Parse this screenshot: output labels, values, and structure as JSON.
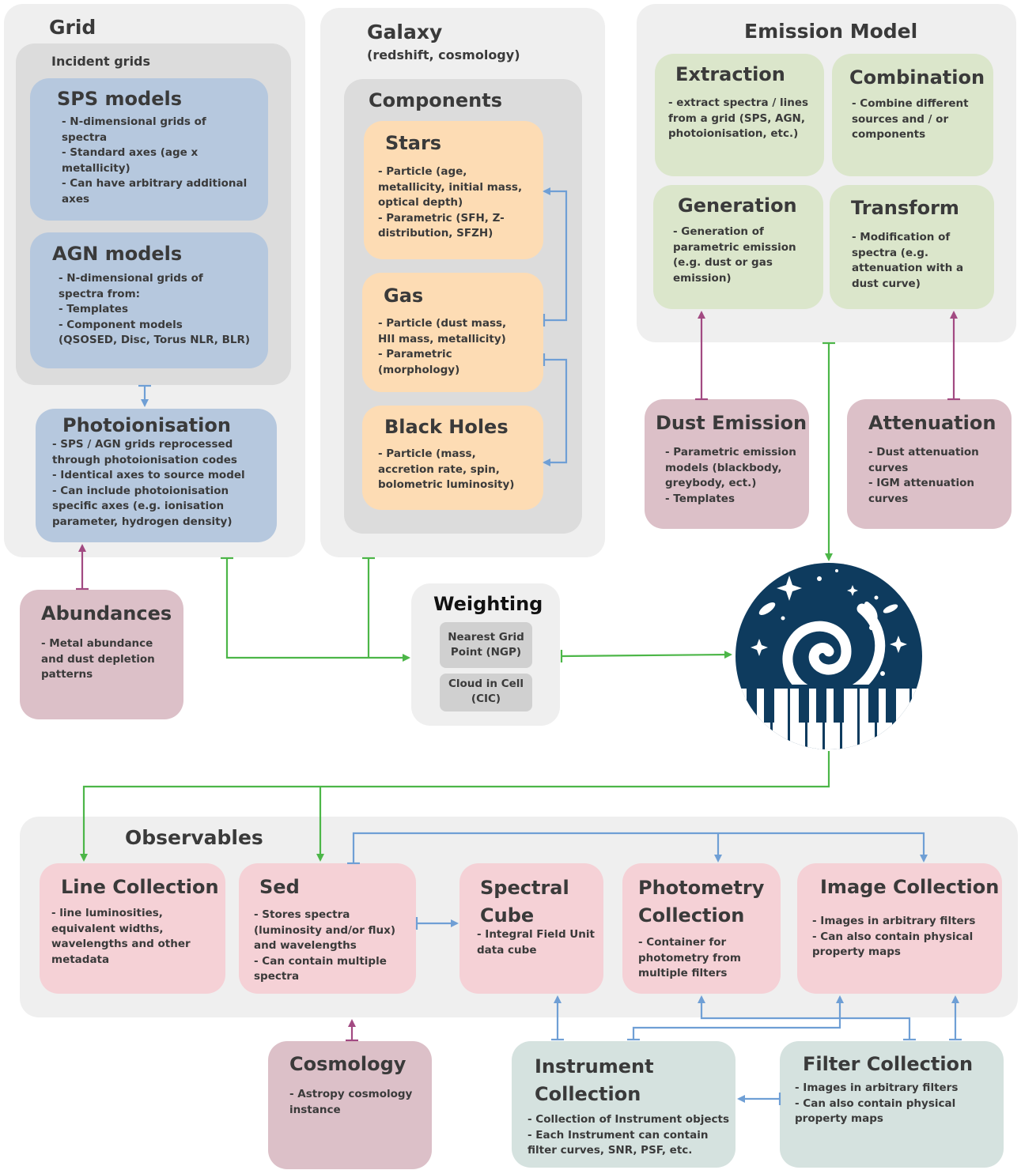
{
  "grid": {
    "title": "Grid",
    "incident_title": "Incident grids",
    "sps": {
      "title": "SPS models",
      "desc": "- N-dimensional grids of\nspectra\n- Standard axes (age x\nmetallicity)\n- Can have arbitrary additional\naxes"
    },
    "agn": {
      "title": "AGN models",
      "desc": "- N-dimensional grids of\nspectra from:\n  - Templates\n  - Component models\n(QSOSED, Disc, Torus NLR, BLR)"
    },
    "photo": {
      "title": "Photoionisation",
      "desc": "- SPS / AGN grids reprocessed\nthrough photoionisation codes\n- Identical axes to source model\n- Can include photoionisation\nspecific axes (e.g. ionisation\nparameter, hydrogen density)"
    }
  },
  "abundances": {
    "title": "Abundances",
    "desc": "- Metal abundance\nand dust depletion\npatterns"
  },
  "galaxy": {
    "title": "Galaxy",
    "subtitle": "(redshift, cosmology)",
    "components_title": "Components",
    "stars": {
      "title": "Stars",
      "desc": "- Particle (age,\nmetallicity, initial mass,\noptical depth)\n- Parametric (SFH, Z-\ndistribution, SFZH)"
    },
    "gas": {
      "title": "Gas",
      "desc": "- Particle (dust mass,\nHII mass, metallicity)\n- Parametric\n(morphology)"
    },
    "bh": {
      "title": "Black Holes",
      "desc": "- Particle (mass,\naccretion rate, spin,\nbolometric luminosity)"
    }
  },
  "emission": {
    "title": "Emission Model",
    "extraction": {
      "title": "Extraction",
      "desc": "- extract spectra / lines\nfrom a grid (SPS, AGN,\nphotoionisation, etc.)"
    },
    "combination": {
      "title": "Combination",
      "desc": "- Combine different\nsources and / or\ncomponents"
    },
    "generation": {
      "title": "Generation",
      "desc": "- Generation of\nparametric emission\n(e.g. dust or gas\nemission)"
    },
    "transform": {
      "title": "Transform",
      "desc": "- Modification of\nspectra (e.g.\nattenuation with a\ndust curve)"
    }
  },
  "dust_emission": {
    "title": "Dust Emission",
    "desc": "- Parametric emission\nmodels (blackbody,\ngreybody, ect.)\n- Templates"
  },
  "attenuation": {
    "title": "Attenuation",
    "desc": "- Dust attenuation\ncurves\n- IGM attenuation\ncurves"
  },
  "weighting": {
    "title": "Weighting",
    "ngp": "Nearest Grid\nPoint (NGP)",
    "cic": "Cloud in Cell\n(CIC)"
  },
  "observables": {
    "title": "Observables",
    "line": {
      "title": "Line Collection",
      "desc": "- line luminosities,\nequivalent widths,\nwavelengths and other\nmetadata"
    },
    "sed": {
      "title": "Sed",
      "desc": "- Stores spectra\n(luminosity and/or flux)\nand wavelengths\n- Can contain multiple\nspectra"
    },
    "cube": {
      "title": "Spectral\nCube",
      "desc": "- Integral Field Unit\ndata cube"
    },
    "photometry": {
      "title": "Photometry\nCollection",
      "desc": "- Container for\nphotometry from\nmultiple filters"
    },
    "image": {
      "title": "Image Collection",
      "desc": "- Images in arbitrary filters\n- Can also contain physical\nproperty maps"
    }
  },
  "cosmology": {
    "title": "Cosmology",
    "desc": "- Astropy cosmology\ninstance"
  },
  "instrument": {
    "title": "Instrument\nCollection",
    "desc": "- Collection of Instrument objects\n- Each Instrument can contain\nfilter curves, SNR, PSF, etc."
  },
  "filter": {
    "title": "Filter Collection",
    "desc": "- Images in arbitrary filters\n- Can also contain physical\nproperty maps"
  },
  "colors": {
    "green_arrow": "#4cb648",
    "blue_arrow": "#6f9fd5",
    "purple_arrow": "#a24a82",
    "logo": "#0e3b5e"
  }
}
